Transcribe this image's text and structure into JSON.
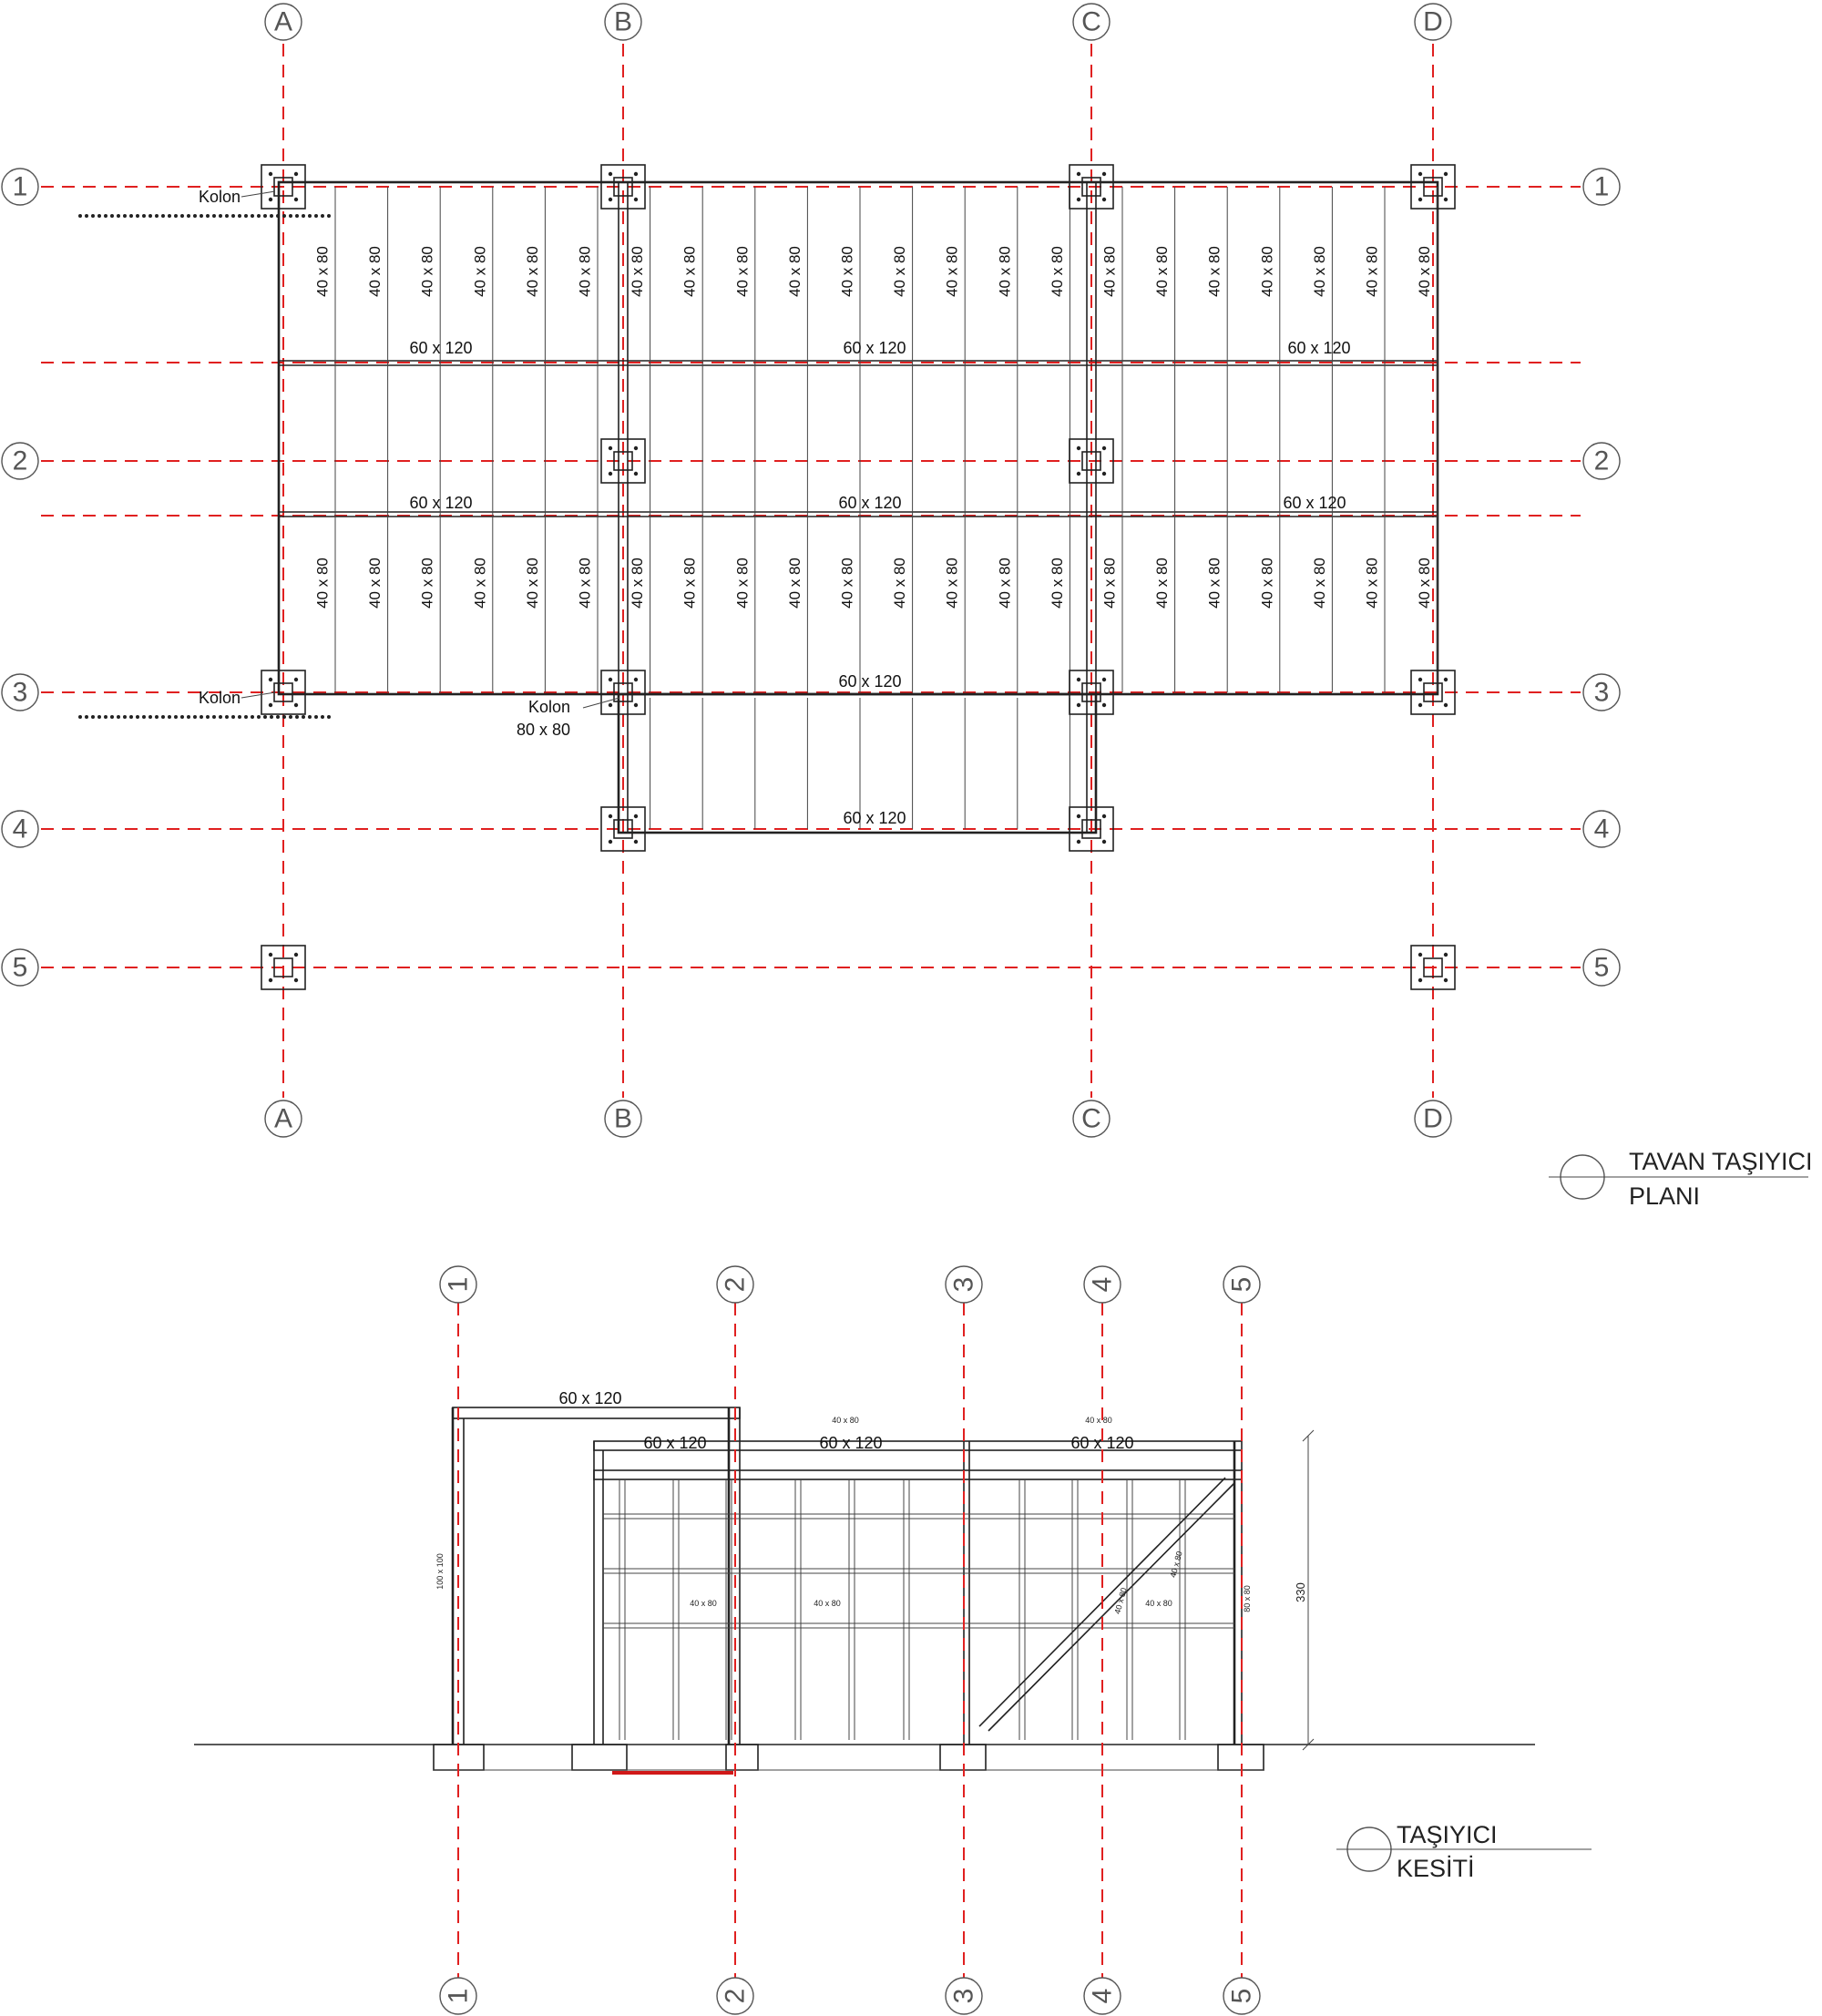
{
  "plan": {
    "grid_columns": [
      "A",
      "B",
      "C",
      "D"
    ],
    "grid_rows": [
      "1",
      "2",
      "3",
      "4",
      "5"
    ],
    "joist_label": "40 x 80",
    "beam_label": "60 x 120",
    "column_label": "Kolon",
    "column_size": "80 x 80",
    "title_line1": "TAVAN TAŞIYICI",
    "title_line2": "PLANI"
  },
  "section": {
    "grid_axes": [
      "1",
      "2",
      "3",
      "4",
      "5"
    ],
    "beam_label": "60 x 120",
    "stud_label": "40 x 80",
    "post_label": "100 x 100",
    "edge_post_label": "80 x 80",
    "height_dimension": "330",
    "title_line1": "TAŞIYICI",
    "title_line2": "KESİTİ"
  },
  "colors": {
    "grid_line": "#e02020",
    "structure": "#222222",
    "bubble": "#555555"
  }
}
